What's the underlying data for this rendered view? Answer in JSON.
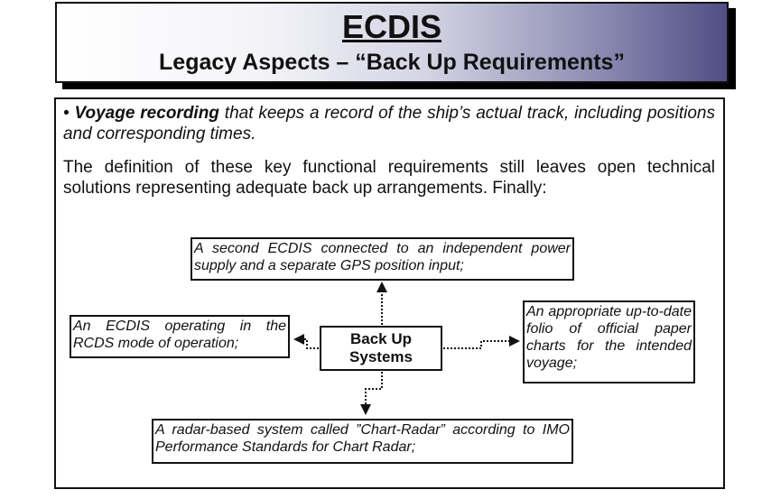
{
  "header": {
    "title": "ECDIS",
    "subtitle": "Legacy Aspects – “Back Up Requirements”"
  },
  "content": {
    "bullet": "•",
    "para1_bold": "Voyage recording",
    "para1_rest": " that keeps a record of the ship’s actual track, including positions and corresponding times.",
    "para2": "The definition of these key functional requirements still leaves open technical solutions representing adequate back up arrangements. Finally:"
  },
  "diagram": {
    "center": "Back Up Systems",
    "top": "A second ECDIS connected to an independent power supply and a separate GPS position input;",
    "left": "An ECDIS operating in the RCDS mode of operation;",
    "right": "An appropriate up-to-date folio of official paper charts for the intended voyage;",
    "bottom": "A radar-based system called ”Chart-Radar” according to IMO Performance Standards for Chart Radar;"
  }
}
